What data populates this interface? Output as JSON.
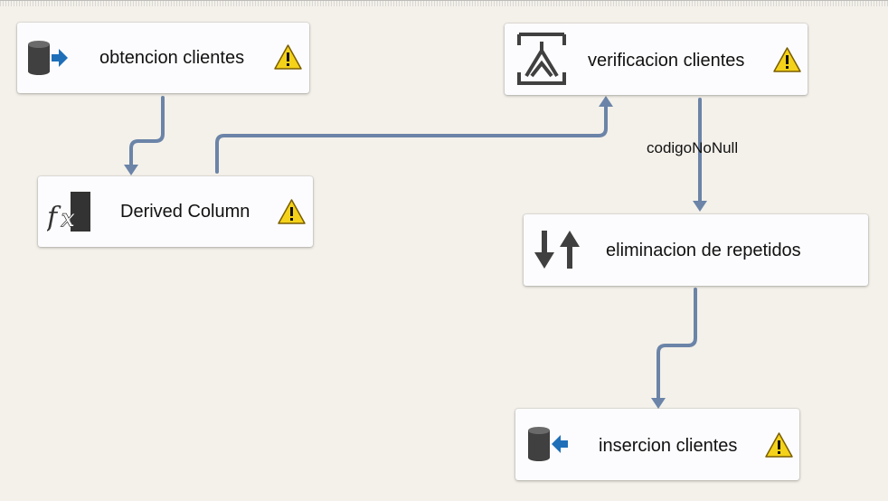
{
  "canvas": {
    "nodes": {
      "obtencion": {
        "label": "obtencion clientes",
        "icon": "database-source-icon",
        "has_warning": true
      },
      "derived": {
        "label": "Derived Column",
        "icon": "derived-column-fx-icon",
        "has_warning": true
      },
      "verificacion": {
        "label": "verificacion clientes",
        "icon": "conditional-split-icon",
        "has_warning": true
      },
      "eliminacion": {
        "label": "eliminacion de repetidos",
        "icon": "sort-arrows-icon",
        "has_warning": false
      },
      "insercion": {
        "label": "insercion clientes",
        "icon": "database-destination-icon",
        "has_warning": true
      }
    },
    "flows": [
      {
        "from": "obtencion clientes",
        "to": "Derived Column",
        "label": ""
      },
      {
        "from": "Derived Column",
        "to": "verificacion clientes",
        "label": ""
      },
      {
        "from": "verificacion clientes",
        "to": "eliminacion de repetidos",
        "label": "codigoNoNull"
      },
      {
        "from": "eliminacion de repetidos",
        "to": "insercion clientes",
        "label": ""
      }
    ]
  },
  "colors": {
    "canvas_bg": "#f4f1ea",
    "node_bg": "#fcfcfe",
    "flow_line": "#6b84a8",
    "warning_fill": "#f5d21a",
    "icon_blue": "#1f6fb8",
    "icon_dark": "#404040"
  }
}
